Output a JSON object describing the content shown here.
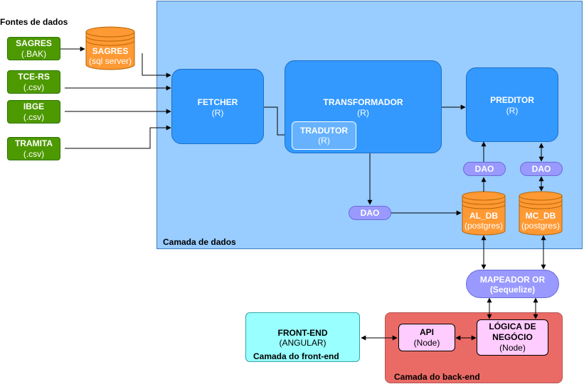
{
  "sources_title": "Fontes de dados",
  "sources": [
    {
      "name": "SAGRES",
      "format": "(.BAK)"
    },
    {
      "name": "TCE-RS",
      "format": "(.csv)"
    },
    {
      "name": "IBGE",
      "format": "(.csv)"
    },
    {
      "name": "TRAMITA",
      "format": "(.csv)"
    }
  ],
  "sagres_db": {
    "name": "SAGRES",
    "sub": "(sql server)"
  },
  "data_layer": {
    "label": "Camada de dados",
    "fetcher": {
      "name": "FETCHER",
      "sub": "(R)"
    },
    "transformador": {
      "name": "TRANSFORMADOR",
      "sub": "(R)"
    },
    "tradutor": {
      "name": "TRADUTOR",
      "sub": "(R)"
    },
    "preditor": {
      "name": "PREDITOR",
      "sub": "(R)"
    },
    "dao_labels": [
      "DAO",
      "DAO",
      "DAO"
    ],
    "al_db": {
      "name": "AL_DB",
      "sub": "(postgres)"
    },
    "mc_db": {
      "name": "MC_DB",
      "sub": "(postgres)"
    }
  },
  "mapeador": {
    "name": "MAPEADOR OR",
    "sub": "(Sequelize)"
  },
  "frontend": {
    "name": "FRONT-END",
    "sub": "(ANGULAR)",
    "layer_label": "Camada do front-end"
  },
  "backend": {
    "layer_label": "Camada do back-end",
    "api": {
      "name": "API",
      "sub": "(Node)"
    },
    "logica": {
      "name_line1": "LÓGICA DE",
      "name_line2": "NEGÓCIO",
      "sub": "(Node)"
    }
  },
  "colors": {
    "data_layer": "#99ccff",
    "source_green": "#4d9900",
    "component_blue": "#3399ff",
    "dao_purple": "#9999ff",
    "db_orange": "#ff9933",
    "frontend_cyan": "#99ffff",
    "backend_red": "#ea6b66",
    "node_pink": "#ffccff"
  }
}
